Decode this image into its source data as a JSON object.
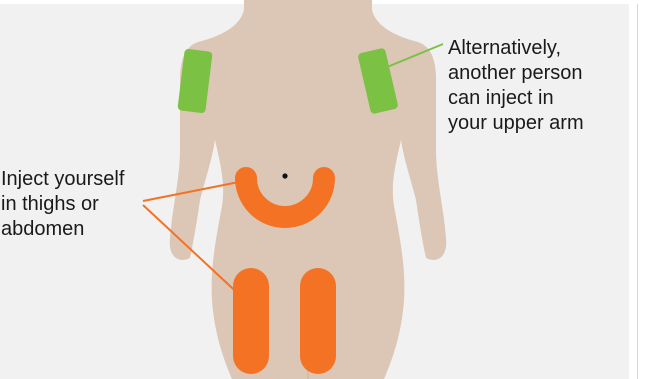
{
  "labels": {
    "upper_arm": [
      "Alternatively,",
      "another person",
      "can inject in",
      "your upper arm"
    ],
    "thighs_abdomen": [
      "Inject yourself",
      "in thighs or",
      "abdomen"
    ]
  },
  "colors": {
    "background": "#f1f1f2",
    "skin": "#dcc6b6",
    "self_injection_sites": "#f47224",
    "other_person_sites": "#7bc143",
    "text": "#1a1a1a"
  }
}
